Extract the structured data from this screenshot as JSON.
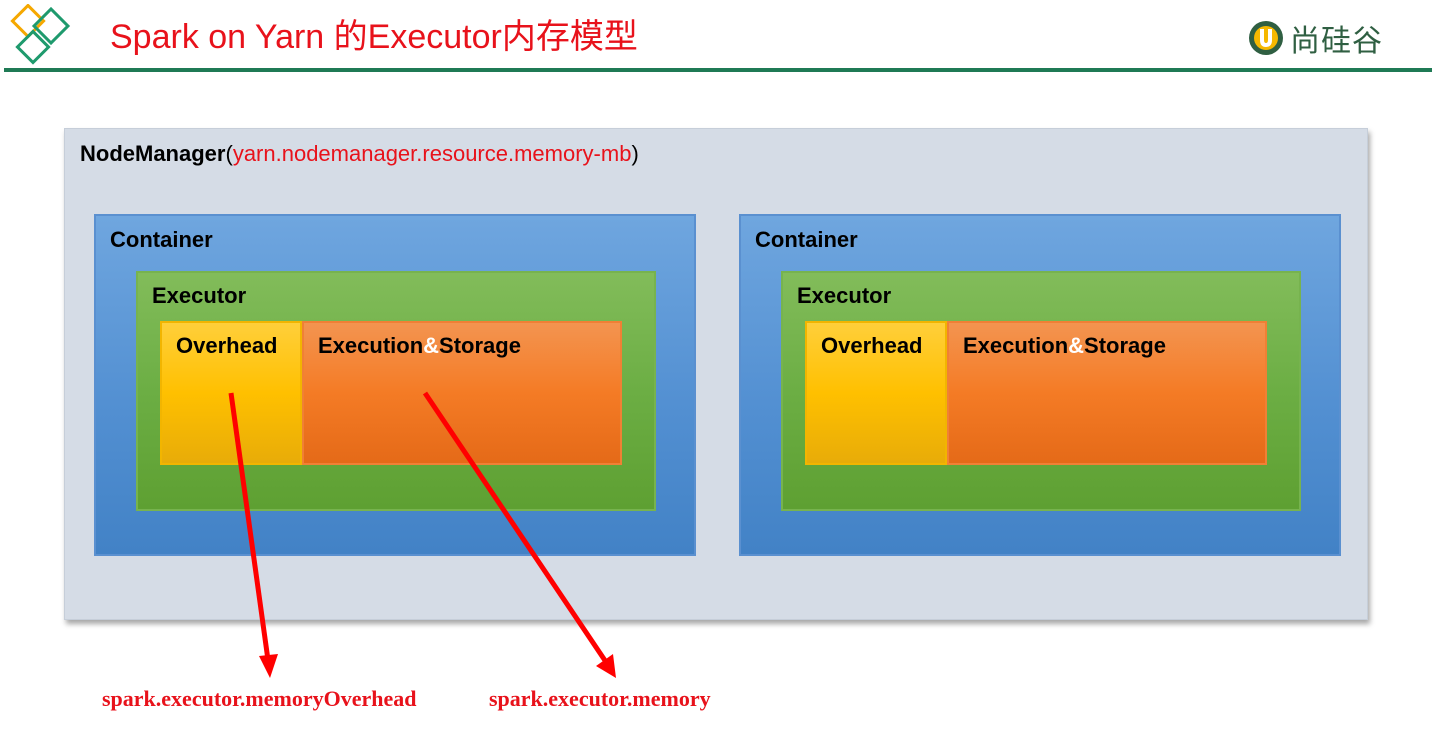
{
  "header": {
    "title": "Spark on Yarn 的Executor内存模型",
    "brand_name": "尚硅谷",
    "brand_color": "#2f5f42",
    "accent_color": "#e8121b",
    "rule_color": "#1f7a55"
  },
  "node_manager": {
    "label": "NodeManager",
    "param_open": "(",
    "param": "yarn.nodemanager.resource.memory-mb",
    "param_close": ")"
  },
  "containers": [
    {
      "label": "Container",
      "executor": {
        "label": "Executor",
        "overhead_label": "Overhead",
        "exec_part1": "Execution",
        "exec_amp": "&",
        "exec_part2": "Storage"
      }
    },
    {
      "label": "Container",
      "executor": {
        "label": "Executor",
        "overhead_label": "Overhead",
        "exec_part1": "Execution",
        "exec_amp": "&",
        "exec_part2": "Storage"
      }
    }
  ],
  "config_labels": {
    "overhead": "spark.executor.memoryOverhead",
    "memory": "spark.executor.memory"
  },
  "colors": {
    "container": "#5390d2",
    "executor": "#6cae44",
    "overhead": "#ffc000",
    "execution_storage": "#f47b25",
    "arrow": "#ff0000"
  }
}
